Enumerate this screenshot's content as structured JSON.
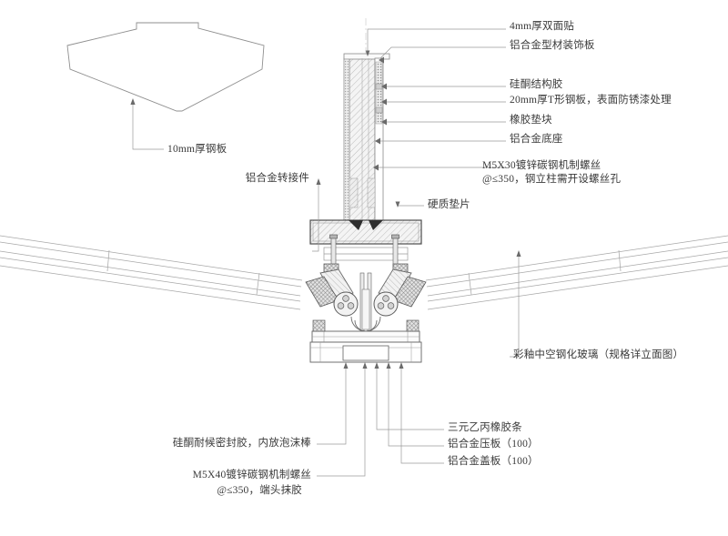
{
  "drawing": {
    "type": "architectural-detail-section",
    "title_visible": false,
    "colors": {
      "line": "#8a8a8a",
      "line_dark": "#4a4a4a",
      "hatch": "#9a9a9a",
      "fill_light": "#f2f2f2",
      "fill_mid": "#d8d8d8",
      "fill_dark": "#555555",
      "text": "#3a3a3a",
      "background": "#ffffff"
    }
  },
  "annotations": {
    "right_column": [
      {
        "id": "double-sided-tape",
        "text": "4mm厚双面贴"
      },
      {
        "id": "aluminium-profile-decorative-panel",
        "text": "铝合金型材装饰板"
      },
      {
        "id": "silicone-structural-sealant",
        "text": "硅酮结构胶"
      },
      {
        "id": "t-shaped-steel-plate",
        "text": "20mm厚T形钢板，表面防锈漆处理"
      },
      {
        "id": "rubber-pad-block",
        "text": "橡胶垫块"
      },
      {
        "id": "aluminium-base",
        "text": "铝合金底座"
      },
      {
        "id": "galvanized-screw-m5x30-line1",
        "text": "M5X30镀锌碳钢机制螺丝"
      },
      {
        "id": "galvanized-screw-m5x30-line2",
        "text": "@≤350，钢立柱需开设螺丝孔"
      },
      {
        "id": "hard-gasket",
        "text": "硬质垫片"
      },
      {
        "id": "ceramic-frit-insulated-tempered-glass",
        "text": "彩釉中空钢化玻璃（规格详立面图）"
      },
      {
        "id": "epdm-rubber-strip",
        "text": "三元乙丙橡胶条"
      },
      {
        "id": "aluminium-pressure-plate",
        "text": "铝合金压板（100）"
      },
      {
        "id": "aluminium-cover-plate",
        "text": "铝合金盖板（100）"
      }
    ],
    "left_column": [
      {
        "id": "steel-plate-10mm",
        "text": "10mm厚钢板"
      },
      {
        "id": "aluminium-transfer-connector",
        "text": "铝合金转接件"
      },
      {
        "id": "weatherproof-sealant-foam-rod",
        "text": "硅酮耐候密封胶，内放泡沫棒"
      },
      {
        "id": "galvanized-screw-m5x40-line1",
        "text": "M5X40镀锌碳钢机制螺丝"
      },
      {
        "id": "galvanized-screw-m5x40-line2",
        "text": "@≤350，端头抹胶"
      }
    ]
  }
}
